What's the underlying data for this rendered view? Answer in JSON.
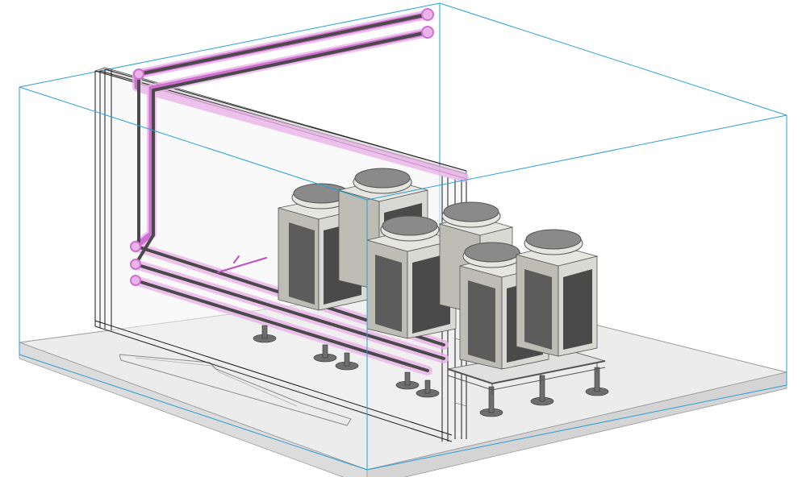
{
  "scene": {
    "description_type": "isometric-3d-model-view",
    "colors": {
      "background": "#ffffff",
      "bounding_box": "#2a9fd6",
      "floor": "#ececec",
      "floor_edge": "#9a9a9a",
      "wall_lines": "#1a1a1a",
      "pipe_core": "#4a4a4a",
      "pipe_highlight": "#d070d0",
      "pipe_glow": "#e9b4e9",
      "unit_body": "#d9d9d4",
      "unit_side": "#bdbdb6",
      "unit_grille": "#5c5c5c",
      "unit_grille_dark": "#4a4a4a",
      "fan_top": "#e6e6e0",
      "fan_cap": "#8a8a8a",
      "stand_frame": "#cfcfcf",
      "pedestal": "#6e6e6e"
    },
    "objects": {
      "outdoor_units": 6,
      "pedestals": 14,
      "refrigerant_pipes": 3
    }
  }
}
